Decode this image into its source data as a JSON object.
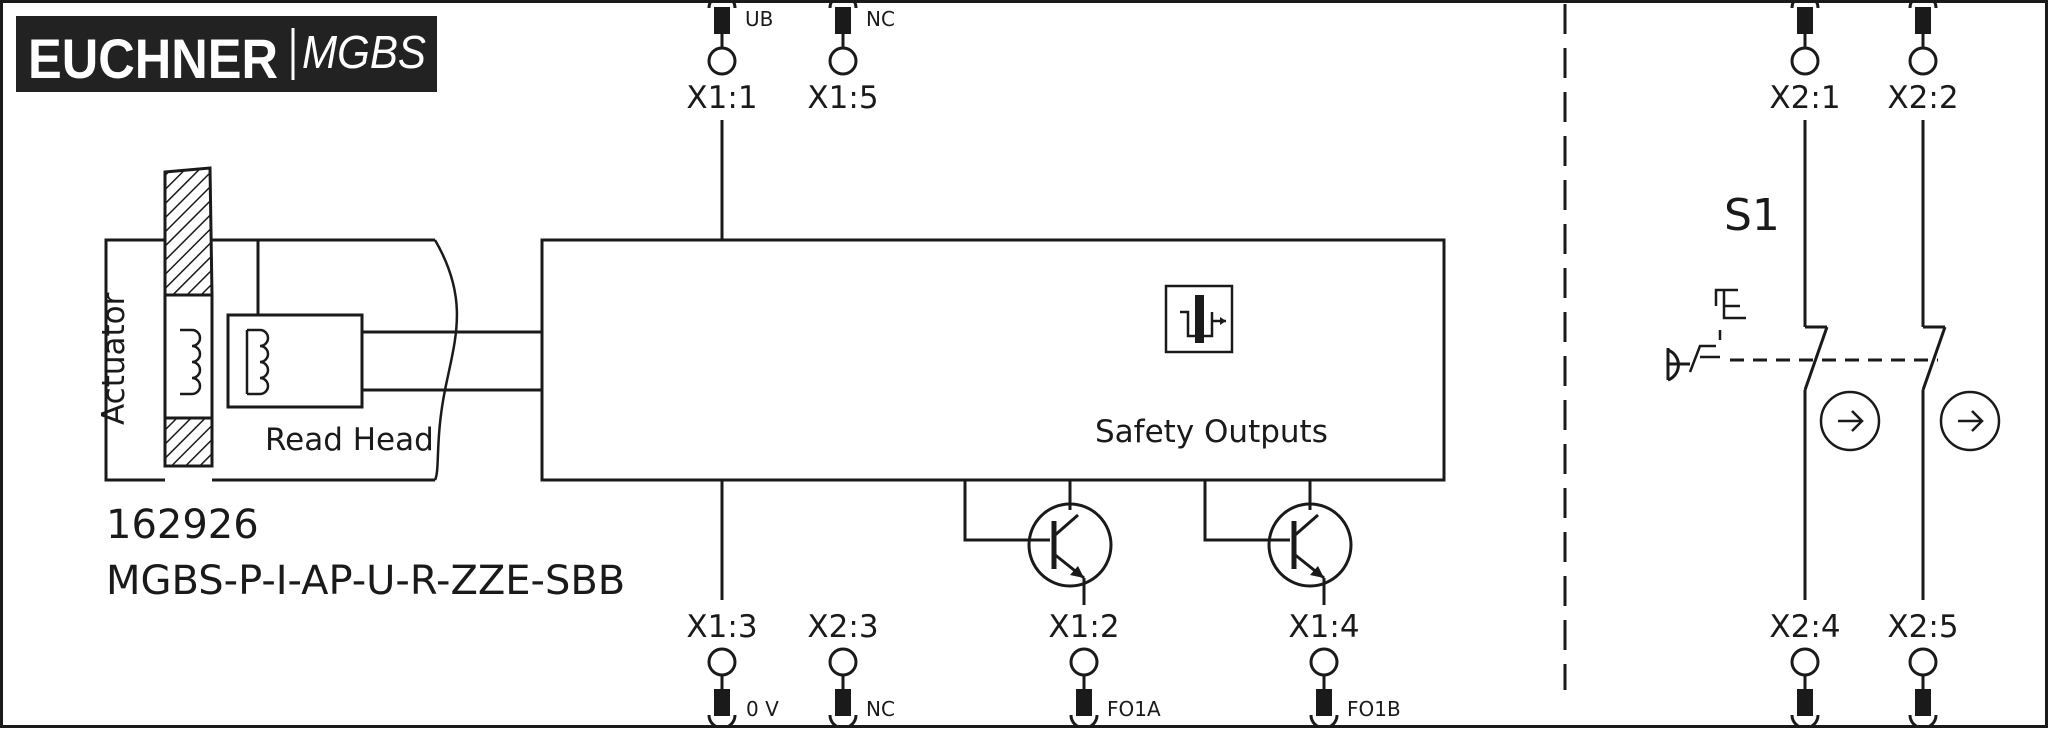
{
  "logo": {
    "brand": "EUCHNER",
    "product": "MGBS"
  },
  "left_block": {
    "actuator_label": "Actuator",
    "read_head_label": "Read Head",
    "safety_outputs_label": "Safety Outputs"
  },
  "device": {
    "order_number": "162926",
    "model": "MGBS-P-I-AP-U-R-ZZE-SBB"
  },
  "terminals_top": [
    {
      "id": "X1:1",
      "signal": "UB"
    },
    {
      "id": "X1:5",
      "signal": "NC"
    }
  ],
  "terminals_bottom": [
    {
      "id": "X1:3",
      "signal": "0 V"
    },
    {
      "id": "X2:3",
      "signal": "NC"
    },
    {
      "id": "X1:2",
      "signal": "FO1A"
    },
    {
      "id": "X1:4",
      "signal": "FO1B"
    }
  ],
  "switch": {
    "label": "S1",
    "terminals_top": [
      {
        "id": "X2:1"
      },
      {
        "id": "X2:2"
      }
    ],
    "terminals_bottom": [
      {
        "id": "X2:4"
      },
      {
        "id": "X2:5"
      }
    ]
  }
}
